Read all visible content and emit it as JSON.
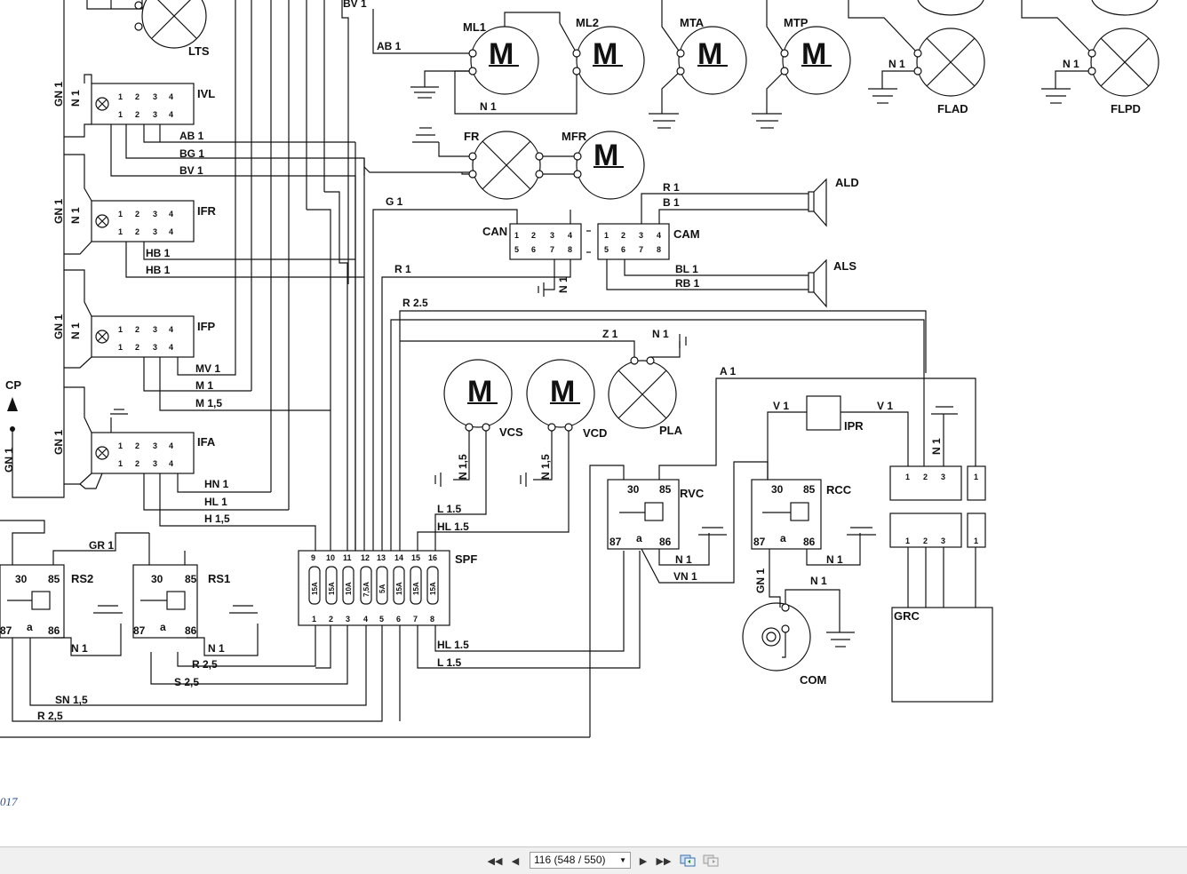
{
  "components": {
    "lts": "LTS",
    "ml1": "ML1",
    "ml2": "ML2",
    "mta": "MTA",
    "mtp": "MTP",
    "flad": "FLAD",
    "flpd": "FLPD",
    "ivl": "IVL",
    "ifr": "IFR",
    "ifp": "IFP",
    "ifa": "IFA",
    "fr": "FR",
    "mfr": "MFR",
    "can": "CAN",
    "cam": "CAM",
    "ald": "ALD",
    "als": "ALS",
    "cp": "CP",
    "vcs": "VCS",
    "vcd": "VCD",
    "pla": "PLA",
    "ipr": "IPR",
    "rvc": "RVC",
    "rcc": "RCC",
    "spf": "SPF",
    "rs2": "RS2",
    "rs1": "RS1",
    "grc": "GRC",
    "com": "COM"
  },
  "motor_symbol": "M",
  "wires": {
    "bv1": "BV 1",
    "ab1": "AB 1",
    "n1": "N 1",
    "gn1": "GN 1",
    "bg1": "BG 1",
    "g1": "G 1",
    "r1": "R 1",
    "b1": "B 1",
    "hb1": "HB 1",
    "bl1": "BL 1",
    "rb1": "RB 1",
    "r25": "R 2,5",
    "r25b": "R 2.5",
    "z1": "Z 1",
    "a1": "A 1",
    "mv1": "MV 1",
    "m1": "M 1",
    "m15": "M 1,5",
    "v1": "V 1",
    "n15": "N 1,5",
    "hn1": "HN 1",
    "hl1": "HL 1",
    "h15": "H 1,5",
    "l15": "L 1.5",
    "hl15": "HL 1.5",
    "gr1": "GR 1",
    "vn1": "VN 1",
    "s25": "S 2,5",
    "sn15": "SN 1,5"
  },
  "switch_pins": [
    "1",
    "2",
    "3",
    "4"
  ],
  "connector_pins": [
    "1",
    "2",
    "3",
    "4",
    "5",
    "6",
    "7",
    "8"
  ],
  "relay_pins": {
    "p30": "30",
    "p85": "85",
    "p86": "86",
    "p87": "87",
    "pa": "a"
  },
  "grc_pins": [
    "1",
    "2",
    "3",
    "1"
  ],
  "fuse_box": {
    "top_pins": [
      "9",
      "10",
      "11",
      "12",
      "13",
      "14",
      "15",
      "16"
    ],
    "bottom_pins": [
      "1",
      "2",
      "3",
      "4",
      "5",
      "6",
      "7",
      "8"
    ],
    "ratings": [
      "15A",
      "15A",
      "10A",
      "7,5A",
      "5A",
      "15A",
      "15A",
      "15A"
    ]
  },
  "page_ref": "017",
  "toolbar": {
    "page_display": "116 (548 / 550)",
    "first_page": "first-page",
    "prev_page": "previous-page",
    "next_page": "next-page",
    "last_page": "last-page"
  }
}
